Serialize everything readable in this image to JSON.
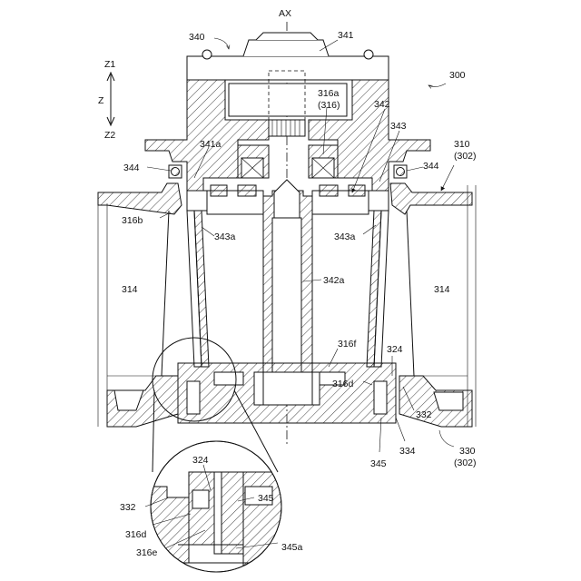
{
  "axis_label": "AX",
  "direction": {
    "z1": "Z1",
    "z": "Z",
    "z2": "Z2"
  },
  "labels": {
    "n300": "300",
    "n340": "340",
    "n341": "341",
    "n316a": "316a",
    "n316a_paren": "(316)",
    "n342": "342",
    "n343": "343",
    "n310": "310",
    "n310_paren": "(302)",
    "n344_left": "344",
    "n344_right": "344",
    "n341a": "341a",
    "n316b": "316b",
    "n343a_left": "343a",
    "n343a_right": "343a",
    "n342a": "342a",
    "n314_left": "314",
    "n314_right": "314",
    "n316f": "316f",
    "n324": "324",
    "n316d": "316d",
    "n332": "332",
    "n345": "345",
    "n334": "334",
    "n330": "330",
    "n330_paren": "(302)",
    "detail_324": "324",
    "detail_332": "332",
    "detail_345": "345",
    "detail_316d": "316d",
    "detail_316e": "316e",
    "detail_345a": "345a"
  }
}
